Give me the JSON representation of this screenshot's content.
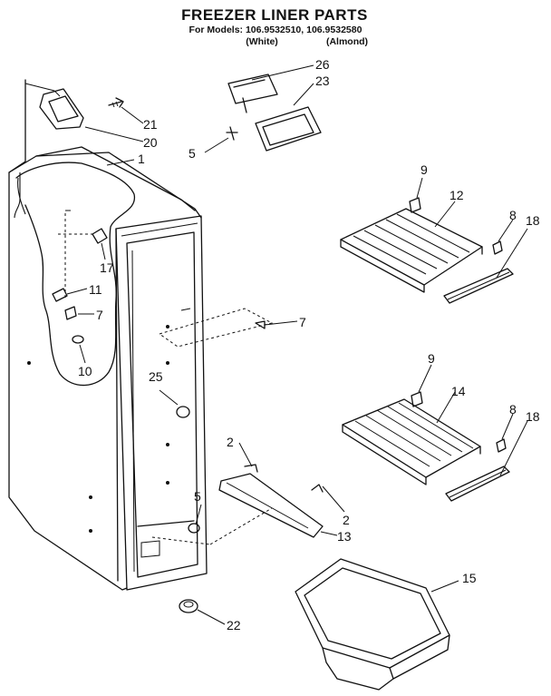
{
  "header": {
    "title": "FREEZER LINER PARTS",
    "models_line": "For Models: 106.9532510,   106.9532580",
    "variant_white": "(White)",
    "variant_almond": "(Almond)"
  },
  "callouts": {
    "p1": "1",
    "p2a": "2",
    "p2b": "2",
    "p5a": "5",
    "p5b": "5",
    "p7a": "7",
    "p7b": "7",
    "p8a": "8",
    "p8b": "8",
    "p9a": "9",
    "p9b": "9",
    "p10": "10",
    "p11": "11",
    "p12": "12",
    "p13": "13",
    "p14": "14",
    "p15": "15",
    "p17": "17",
    "p18a": "18",
    "p18b": "18",
    "p20": "20",
    "p21": "21",
    "p22": "22",
    "p23": "23",
    "p25": "25",
    "p26": "26"
  }
}
